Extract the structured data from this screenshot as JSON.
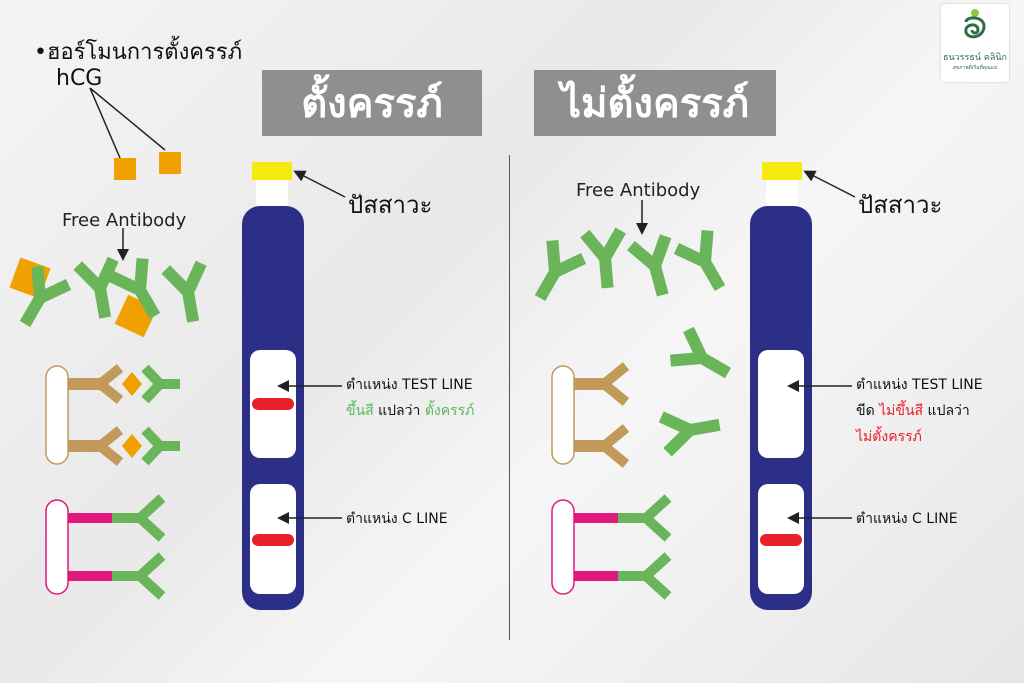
{
  "hormone": {
    "line1": "•ฮอร์โมนการตั้งครรภ์",
    "line2": "hCG"
  },
  "pregnant": {
    "title": "ตั้งครรภ์",
    "free_antibody": "Free Antibody",
    "urine": "ปัสสาวะ",
    "test_line": "ตำแหน่ง TEST LINE",
    "result_positive_1": "ขึ้นสี",
    "result_positive_2": " แปลว่า ",
    "result_positive_3": "ตั้งครรภ์",
    "c_line": "ตำแหน่ง C LINE"
  },
  "not_pregnant": {
    "title": "ไม่ตั้งครรภ์",
    "free_antibody": "Free Antibody",
    "urine": "ปัสสาวะ",
    "test_line": "ตำแหน่ง TEST LINE",
    "result_negative_1": "ขีด ",
    "result_negative_2": "ไม่ขึ้นสี",
    "result_negative_3": " แปลว่า",
    "result_negative_4": "ไม่ตั้งครรภ์",
    "c_line": "ตำแหน่ง C LINE"
  },
  "logo": {
    "name": "ธนวรรธน์ คลินิก",
    "tagline": "สุขภาพดีเริ่มที่คุณแม่"
  },
  "colors": {
    "strip": "#2b2f86",
    "urine_pad": "#f5e90f",
    "antibody": "#6ab55a",
    "hcg": "#f0a000",
    "captured": "#c19a5b",
    "control": "#e0197d",
    "line": "#e8202a"
  }
}
